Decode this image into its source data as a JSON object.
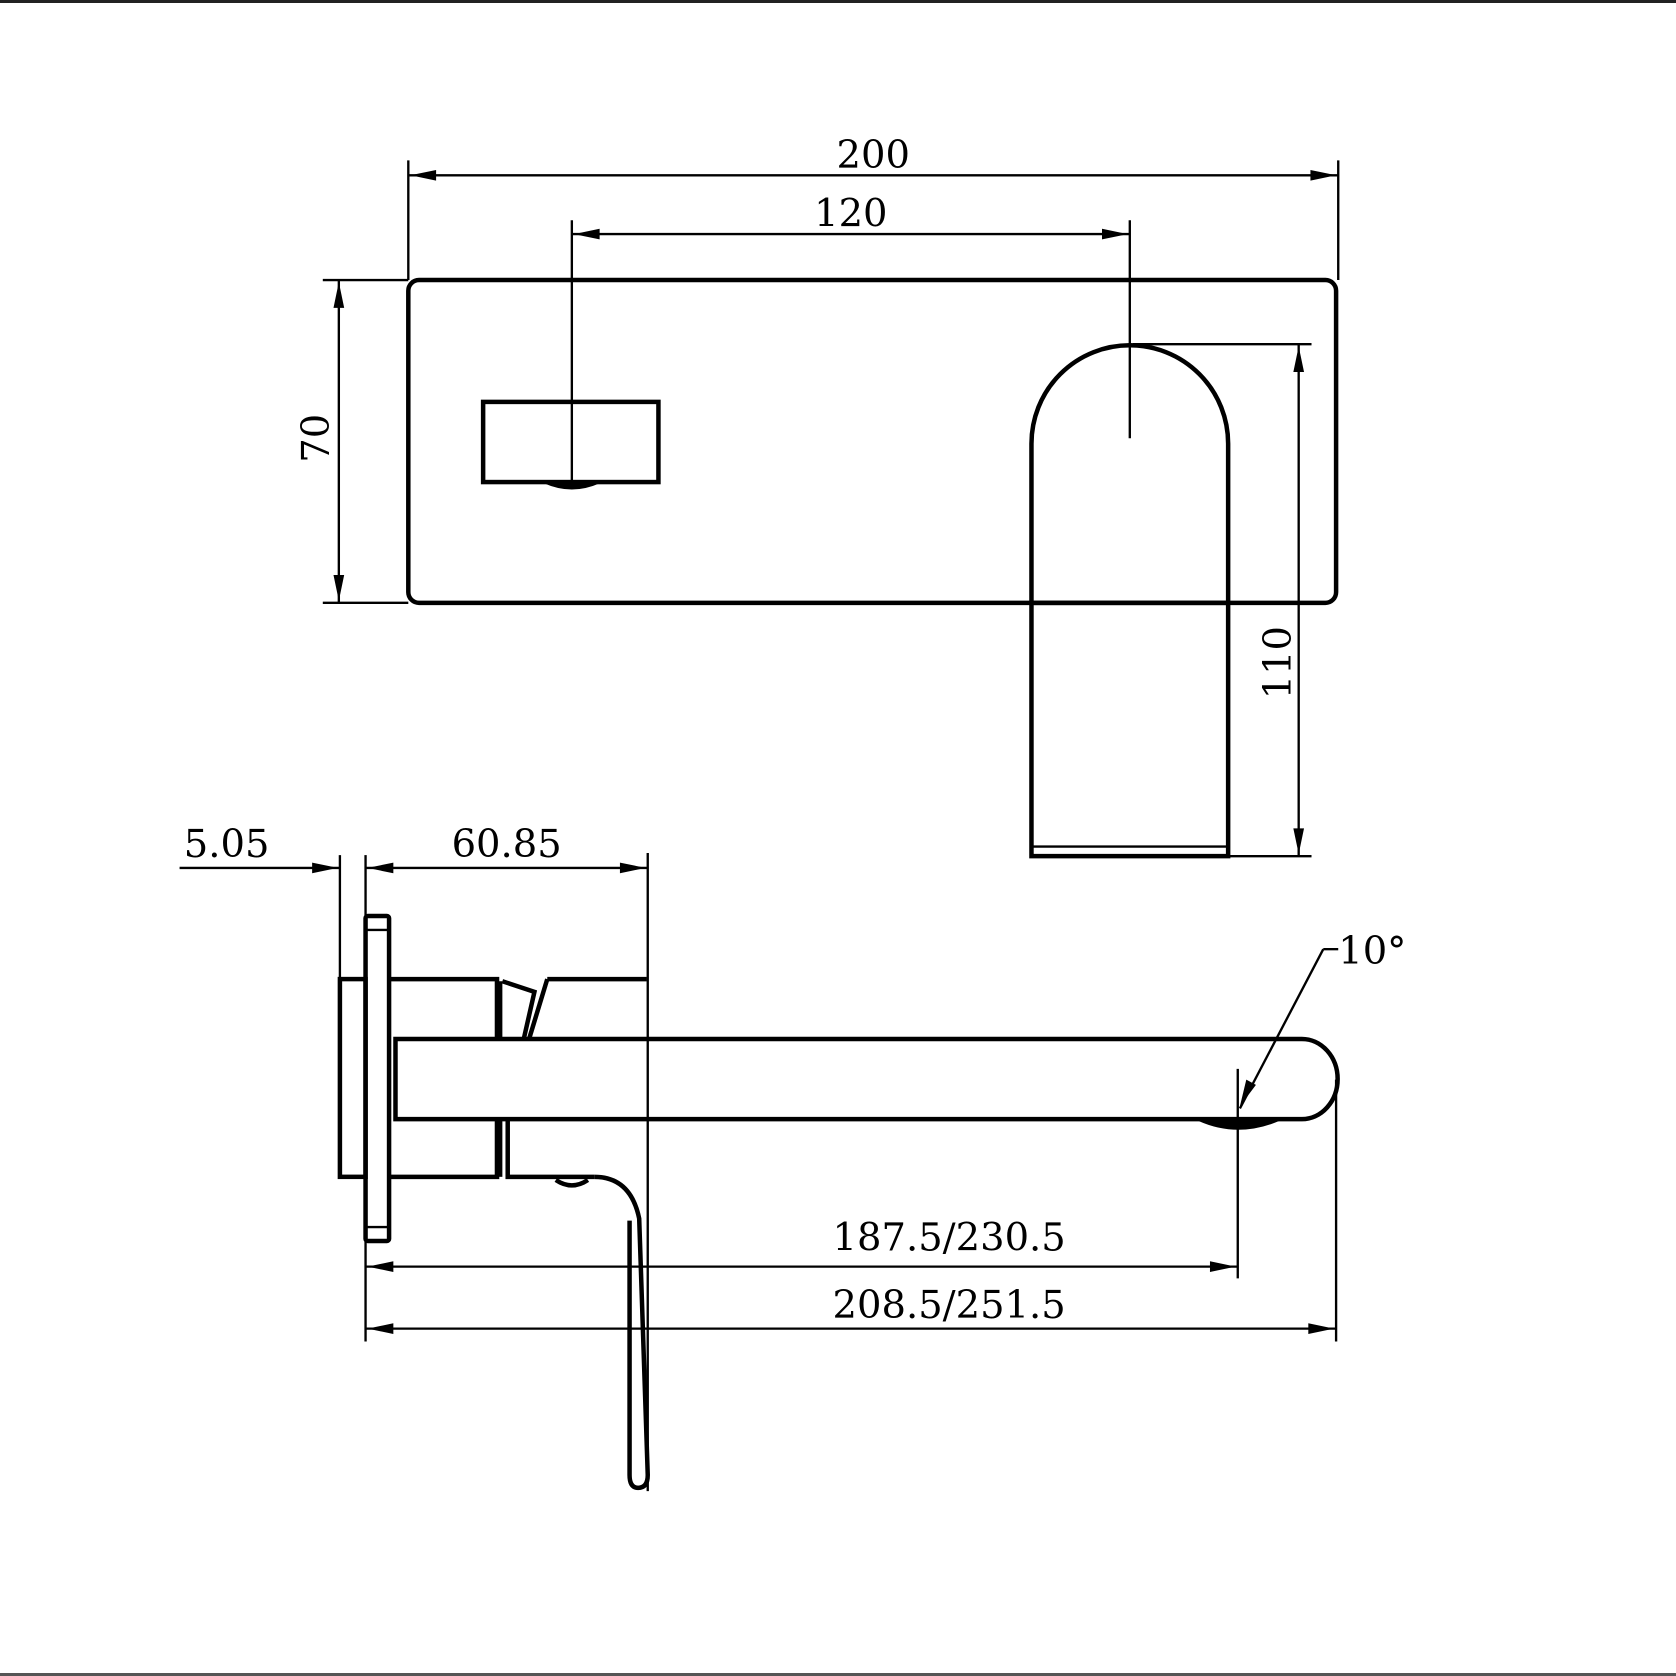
{
  "drawing": {
    "subject": "Wall-mounted basin mixer with spout on backplate",
    "views": [
      "front-view",
      "side-view"
    ],
    "colors": {
      "line": "#000000",
      "background": "#ffffff"
    }
  },
  "front_view": {
    "dimensions": {
      "plate_width": "200",
      "centre_distance": "120",
      "plate_height": "70",
      "spout_drop": "110"
    }
  },
  "side_view": {
    "dimensions": {
      "plate_thickness": "5.05",
      "body_depth": "60.85",
      "spout_angle": "10°",
      "outlet_projection": "187.5/230.5",
      "overall_projection": "208.5/251.5"
    }
  }
}
